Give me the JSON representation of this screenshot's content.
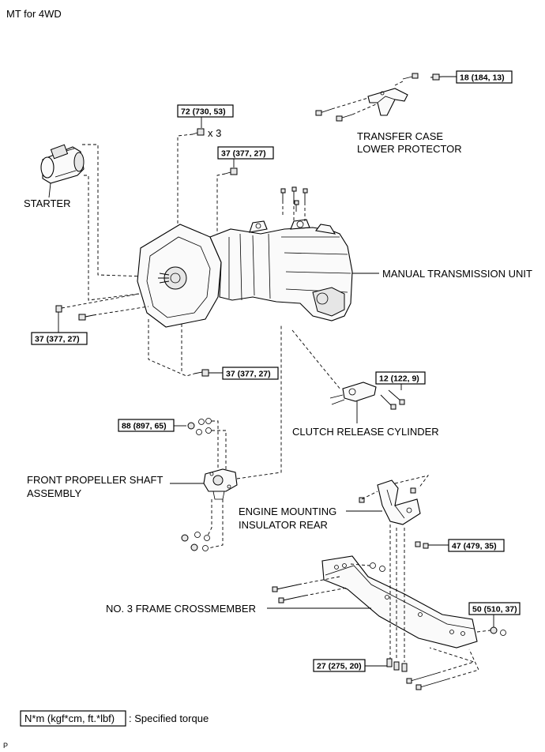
{
  "header": {
    "title": "MT for 4WD"
  },
  "labels": {
    "starter": "STARTER",
    "transfer_case_line1": "TRANSFER CASE",
    "transfer_case_line2": "LOWER PROTECTOR",
    "manual_transmission": "MANUAL TRANSMISSION UNIT",
    "clutch_release": "CLUTCH RELEASE CYLINDER",
    "front_propeller_line1": "FRONT PROPELLER SHAFT",
    "front_propeller_line2": "ASSEMBLY",
    "engine_mount_line1": "ENGINE MOUNTING",
    "engine_mount_line2": "INSULATOR REAR",
    "frame_crossmember": "NO. 3 FRAME CROSSMEMBER"
  },
  "torques": {
    "t_18": "18 (184, 13)",
    "t_72": "72 (730, 53)",
    "t_72_qty": "x 3",
    "t_37_top": "37 (377, 27)",
    "t_37_left": "37 (377, 27)",
    "t_37_bottom": "37 (377, 27)",
    "t_12": "12 (122, 9)",
    "t_88": "88 (897, 65)",
    "t_47": "47 (479, 35)",
    "t_50": "50 (510, 37)",
    "t_27": "27 (275, 20)"
  },
  "legend": {
    "box_text": "N*m (kgf*cm, ft.*lbf)",
    "text": ": Specified torque"
  },
  "footer": {
    "code": "P"
  }
}
